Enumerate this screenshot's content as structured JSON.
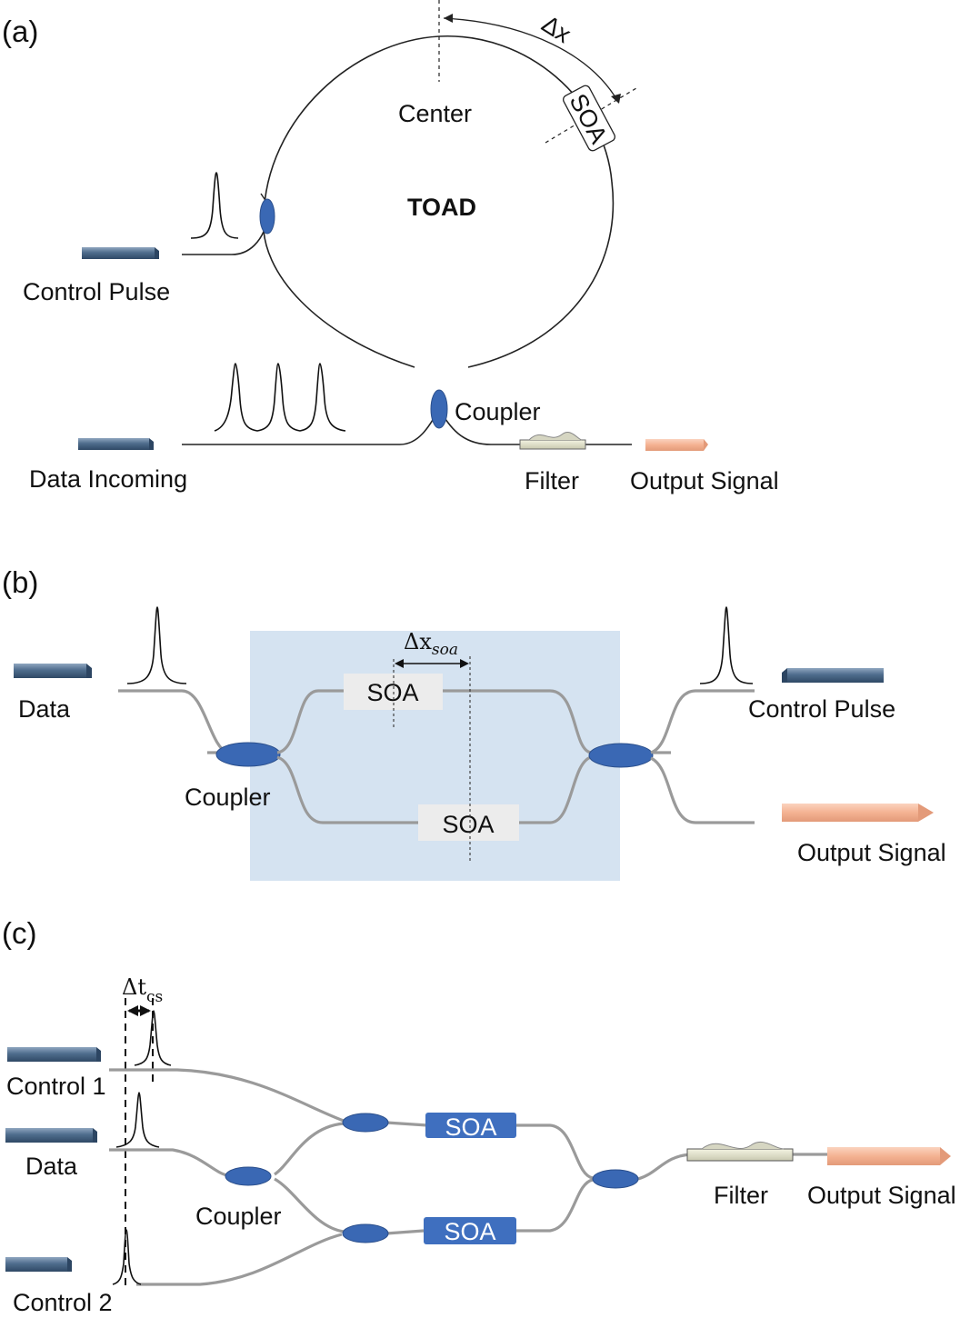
{
  "panel_a": {
    "label": "(a)",
    "center": "Center",
    "toad": "TOAD",
    "delta_x": "Δx",
    "soa": "SOA",
    "control_pulse": "Control Pulse",
    "coupler": "Coupler",
    "data_incoming": "Data Incoming",
    "filter": "Filter",
    "output_signal": "Output Signal"
  },
  "panel_b": {
    "label": "(b)",
    "delta_x_soa_main": "Δx",
    "delta_x_soa_sub": "soa",
    "soa_top": "SOA",
    "soa_bottom": "SOA",
    "data": "Data",
    "control_pulse": "Control Pulse",
    "coupler": "Coupler",
    "output_signal": "Output Signal"
  },
  "panel_c": {
    "label": "(c)",
    "delta_t_main": "Δt",
    "delta_t_sub": "cs",
    "control1": "Control 1",
    "data": "Data",
    "coupler": "Coupler",
    "control2": "Control 2",
    "soa_top": "SOA",
    "soa_bottom": "SOA",
    "filter": "Filter",
    "output_signal": "Output Signal"
  },
  "colors": {
    "coupler": "#3a68b4",
    "soa_box_c": "#3f6fbf",
    "shaded_box_b": "#d5e3f1",
    "input_arrow": "#4d6a88",
    "output_arrow": "#f4b79a"
  }
}
